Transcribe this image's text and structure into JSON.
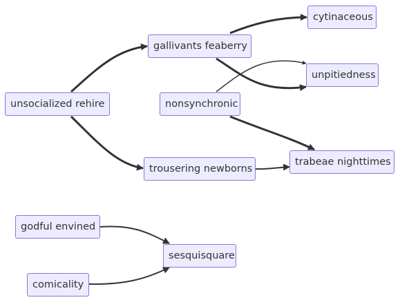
{
  "diagram": {
    "nodes": {
      "unsocialized_rehire": "unsocialized rehire",
      "gallivants_feaberry": "gallivants feaberry",
      "trousering_newborns": "trousering newborns",
      "nonsynchronic": "nonsynchronic",
      "cytinaceous": "cytinaceous",
      "unpitiedness": "unpitiedness",
      "trabeae_nighttimes": "trabeae nighttimes",
      "godful_envined": "godful envined",
      "comicality": "comicality",
      "sesquisquare": "sesquisquare"
    },
    "edges": [
      {
        "from": "unsocialized_rehire",
        "to": "gallivants_feaberry",
        "style": "thick"
      },
      {
        "from": "unsocialized_rehire",
        "to": "trousering_newborns",
        "style": "thick"
      },
      {
        "from": "gallivants_feaberry",
        "to": "cytinaceous",
        "style": "thick"
      },
      {
        "from": "gallivants_feaberry",
        "to": "unpitiedness",
        "style": "thick"
      },
      {
        "from": "nonsynchronic",
        "to": "unpitiedness",
        "style": "thin"
      },
      {
        "from": "nonsynchronic",
        "to": "trabeae_nighttimes",
        "style": "thick"
      },
      {
        "from": "trousering_newborns",
        "to": "trabeae_nighttimes",
        "style": "normal"
      },
      {
        "from": "godful_envined",
        "to": "sesquisquare",
        "style": "normal"
      },
      {
        "from": "comicality",
        "to": "sesquisquare",
        "style": "normal"
      }
    ],
    "colors": {
      "node_fill": "#ECECFF",
      "node_border": "#9370DB",
      "text": "#333333",
      "edge": "#333333"
    }
  }
}
